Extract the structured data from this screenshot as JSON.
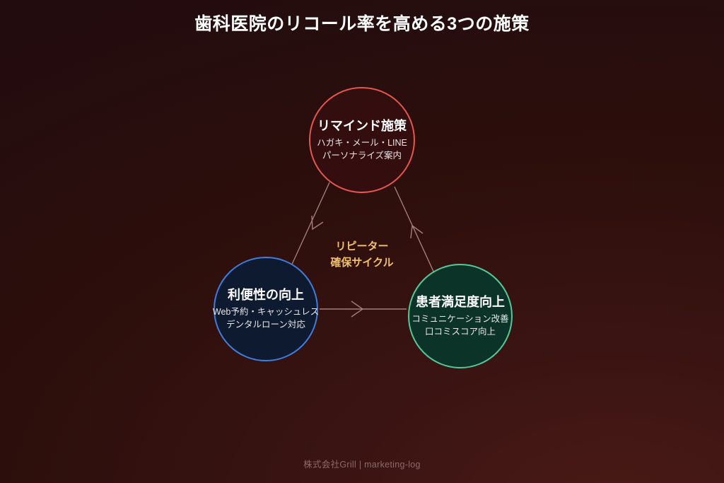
{
  "page": {
    "title": "歯科医院のリコール率を高める3つの施策",
    "background_color": "#2d0f0c",
    "footer": "株式会社Grill | marketing-log"
  },
  "cycle": {
    "label_line1": "リピーター",
    "label_line2": "確保サイクル",
    "color": "#f0c06a"
  },
  "nodes": [
    {
      "id": "remind",
      "title": "リマインド施策",
      "sub1": "ハガキ・メール・LINE",
      "sub2": "パーソナライズ案内",
      "accent": "#e4564f"
    },
    {
      "id": "convenience",
      "title": "利便性の向上",
      "sub1": "Web予約・キャッシュレス",
      "sub2": "デンタルローン対応",
      "accent": "#3f7ddd"
    },
    {
      "id": "satisfaction",
      "title": "患者満足度向上",
      "sub1": "コミュニケーション改善",
      "sub2": "口コミスコア向上",
      "accent": "#53c998"
    }
  ],
  "arrows": [
    {
      "from": "remind",
      "to": "convenience",
      "color": "#a67d7d"
    },
    {
      "from": "convenience",
      "to": "satisfaction",
      "color": "#a67d7d"
    },
    {
      "from": "satisfaction",
      "to": "remind",
      "color": "#a67d7d"
    }
  ]
}
